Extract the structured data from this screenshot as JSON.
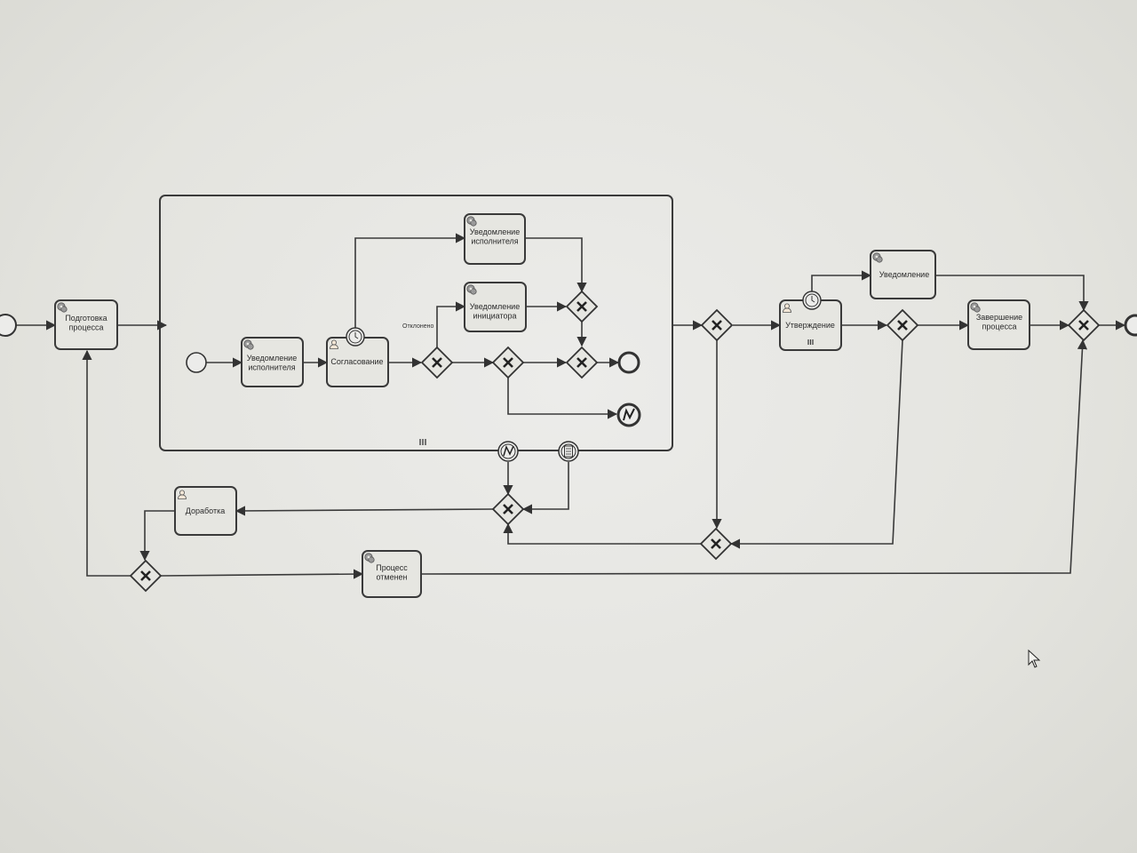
{
  "diagram": {
    "tasks": {
      "prep": "Подготовка процесса",
      "notify_exec_sub": "Уведомление исполнителя",
      "agree": "Согласование",
      "notify_exec_top": "Уведомление исполнителя",
      "notify_init": "Уведомление инициатора",
      "approve": "Утверждение",
      "notify": "Уведомление",
      "finish": "Завершение процесса",
      "rework": "Доработка",
      "cancelled": "Процесс отменен"
    },
    "flow_labels": {
      "rejected": "Отклонено"
    },
    "icons": {
      "service": "gear-icon",
      "user": "user-icon",
      "timer": "timer-icon",
      "error": "error-icon",
      "message": "message-icon",
      "loop": "multi-instance-icon"
    }
  }
}
